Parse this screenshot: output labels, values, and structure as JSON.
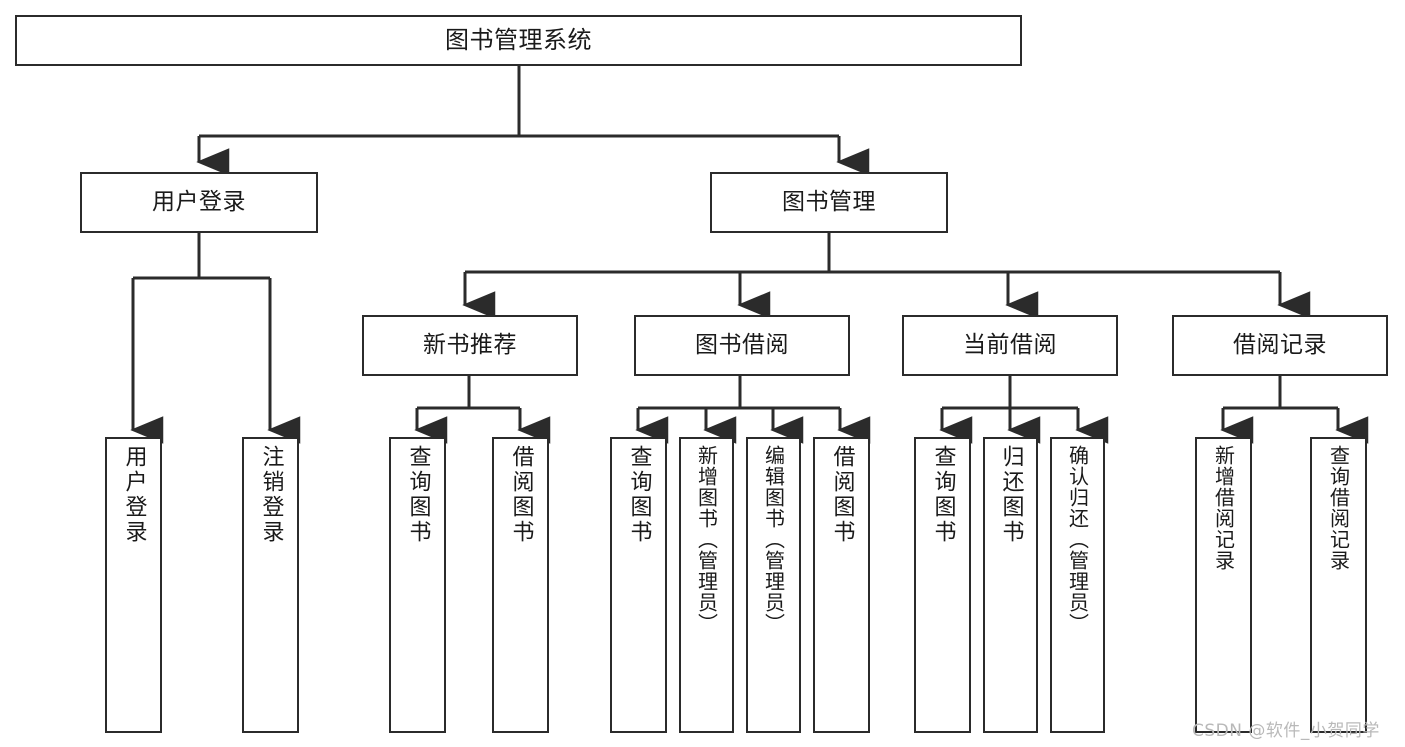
{
  "diagram": {
    "title": "图书管理系统",
    "type": "tree-hierarchy-chart",
    "background_color": "#ffffff",
    "line_color": "#2b2b2b",
    "text_color": "#1a1a1a"
  },
  "nodes": {
    "root": {
      "label": "图书管理系统"
    },
    "level1": [
      {
        "id": "user-login",
        "label": "用户登录"
      },
      {
        "id": "book-management",
        "label": "图书管理"
      }
    ],
    "level2": [
      {
        "id": "new-book-recommend",
        "label": "新书推荐"
      },
      {
        "id": "book-borrow",
        "label": "图书借阅"
      },
      {
        "id": "current-borrow",
        "label": "当前借阅"
      },
      {
        "id": "borrow-record",
        "label": "借阅记录"
      }
    ],
    "leaves": {
      "user_login": [
        {
          "id": "leaf-user-login",
          "label": "用户登录"
        },
        {
          "id": "leaf-logout-login",
          "label": "注销登录"
        }
      ],
      "new_book_recommend": [
        {
          "id": "leaf-query-book-1",
          "label": "查询图书"
        },
        {
          "id": "leaf-borrow-book-1",
          "label": "借阅图书"
        }
      ],
      "book_borrow": [
        {
          "id": "leaf-query-book-2",
          "label": "查询图书"
        },
        {
          "id": "leaf-add-book",
          "label": "新增图书（管理员）"
        },
        {
          "id": "leaf-edit-book",
          "label": "编辑图书（管理员）"
        },
        {
          "id": "leaf-borrow-book-2",
          "label": "借阅图书"
        }
      ],
      "current_borrow": [
        {
          "id": "leaf-query-book-3",
          "label": "查询图书"
        },
        {
          "id": "leaf-return-book",
          "label": "归还图书"
        },
        {
          "id": "leaf-confirm-return",
          "label": "确认归还（管理员）"
        }
      ],
      "borrow_record": [
        {
          "id": "leaf-add-record",
          "label": "新增借阅记录"
        },
        {
          "id": "leaf-query-record",
          "label": "查询借阅记录"
        }
      ]
    }
  },
  "watermark": {
    "text": "CSDN @软件_小贺同学"
  }
}
